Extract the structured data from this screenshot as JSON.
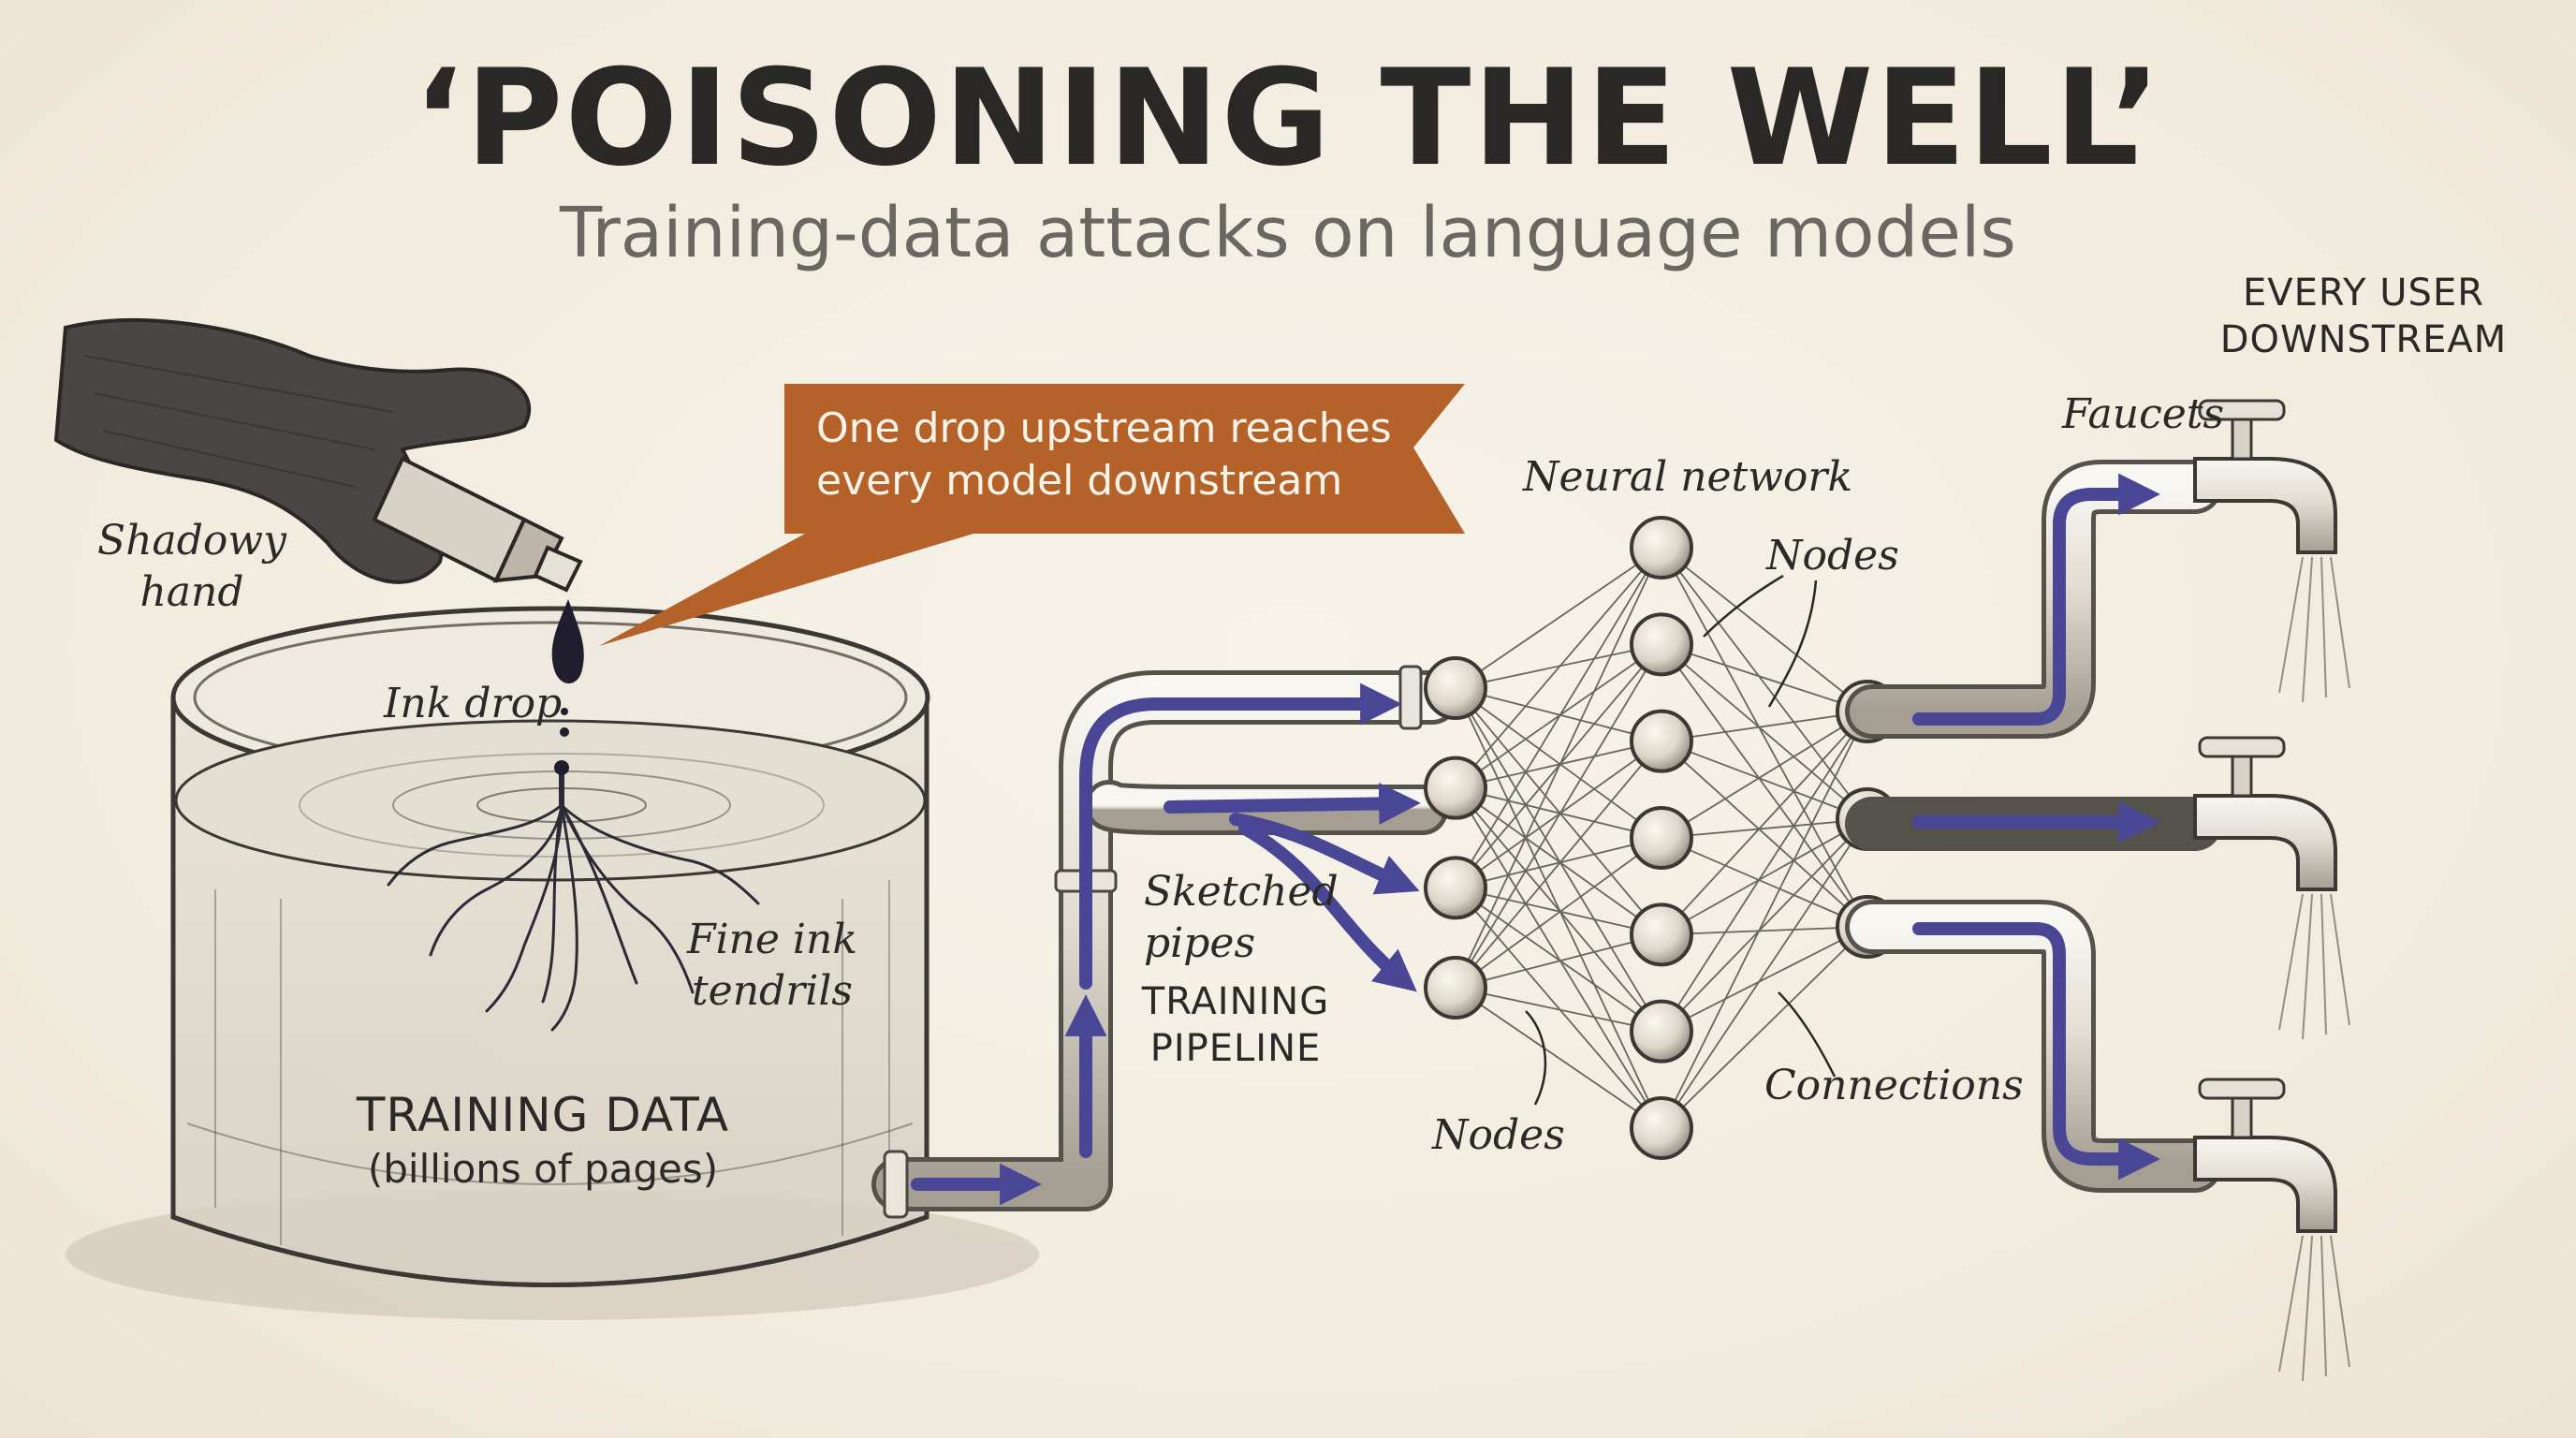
{
  "title": "‘POISONING THE WELL’",
  "subtitle": "Training-data attacks on language models",
  "callout": {
    "line1": "One drop upstream reaches",
    "line2": "every model downstream"
  },
  "labels": {
    "shadowy_hand": {
      "line1": "Shadowy",
      "line2": "hand"
    },
    "ink_drop": "Ink drop",
    "fine_ink_tendrils": {
      "line1": "Fine ink",
      "line2": "tendrils"
    },
    "training_data": {
      "line1": "TRAINING DATA",
      "line2": "(billions of pages)"
    },
    "sketched_pipes": {
      "line1": "Sketched",
      "line2": "pipes"
    },
    "training_pipeline": {
      "line1": "TRAINING",
      "line2": "PIPELINE"
    },
    "neural_network": "Neural network",
    "nodes_top": "Nodes",
    "nodes_bottom": "Nodes",
    "connections": "Connections",
    "faucets": "Faucets",
    "every_user": {
      "line1": "EVERY USER",
      "line2": "DOWNSTREAM"
    }
  },
  "colors": {
    "ink": "#2a2826",
    "flow_arrow": "#4a4696",
    "callout": "#b5622a",
    "background": "#f4efe3"
  },
  "network": {
    "layers": [
      4,
      7,
      3
    ]
  }
}
